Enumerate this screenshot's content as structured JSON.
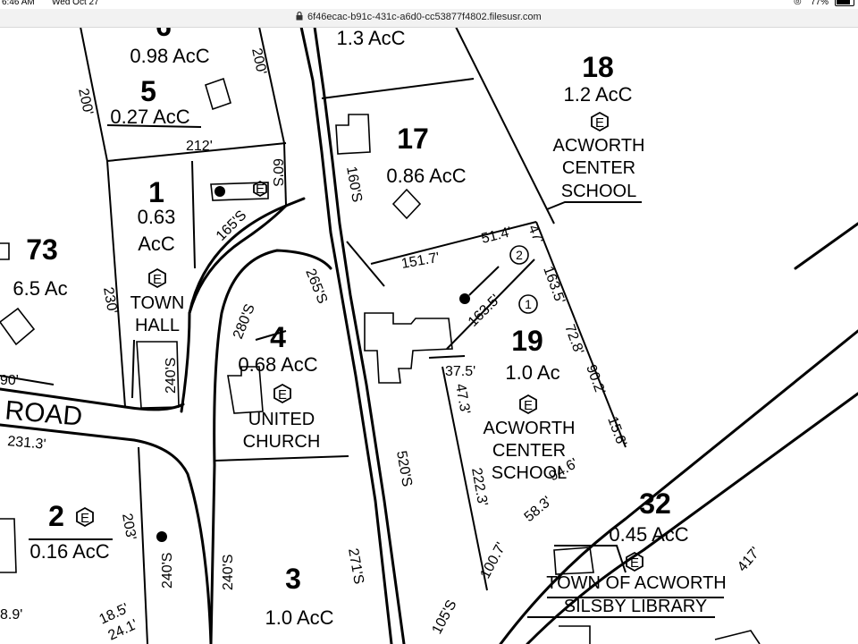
{
  "status_bar": {
    "time": "6:46 AM",
    "date": "Wed Oct 27",
    "battery": "77%"
  },
  "browser": {
    "url": "6f46ecac-b91c-431c-a6d0-cc53877f4802.filesusr.com"
  },
  "map": {
    "lots": {
      "lot_6_partial": "6",
      "lot_6_area": "0.98 AcC",
      "lot_5": "5",
      "lot_5_area": "0.27 AcC",
      "lot_1": "1",
      "lot_1_area_a": "0.63",
      "lot_1_area_b": "AcC",
      "lot_73": "73",
      "lot_73_area": "6.5 Ac",
      "lot_4": "4",
      "lot_4_area": "0.68 AcC",
      "lot_17_area_top": "1.3 AcC",
      "lot_17": "17",
      "lot_17_area": "0.86 AcC",
      "lot_18": "18",
      "lot_18_area": "1.2 AcC",
      "lot_19": "19",
      "lot_19_area": "1.0 Ac",
      "lot_2": "2",
      "lot_2_area": "0.16 AcC",
      "lot_3": "3",
      "lot_3_area": "1.0 AcC",
      "lot_32": "32",
      "lot_32_area": "0.45 AcC"
    },
    "names": {
      "town_hall_a": "TOWN",
      "town_hall_b": "HALL",
      "united_church_a": "UNITED",
      "united_church_b": "CHURCH",
      "acworth_school_top_a": "ACWORTH",
      "acworth_school_top_b": "CENTER",
      "acworth_school_top_c": "SCHOOL",
      "acworth_school_a": "ACWORTH",
      "acworth_school_b": "CENTER",
      "acworth_school_c": "SCHOOL",
      "town_of_acworth": "TOWN OF ACWORTH",
      "silsby_library": "SILSBY LIBRARY",
      "road": "ROAD"
    },
    "exempt_marker": "E",
    "circled": {
      "one": "1",
      "two": "2"
    },
    "dims": {
      "d200_left": "200'",
      "d200_right": "200'",
      "d212": "212'",
      "d60s": "60'S",
      "d165s": "165'S",
      "d230": "230'",
      "d240s_hall": "240'S",
      "d90": "90'",
      "d231": "231.3'",
      "d280s": "280'S",
      "d265s": "265'S",
      "d160s": "160'S",
      "d151": "151.7'",
      "d514": "51.4'",
      "d47": "47'",
      "d1635_a": "163.5'",
      "d1635_b": "163.5'",
      "d728": "72.8'",
      "d902": "90.2'",
      "d156": "15.6'",
      "d375": "37.5'",
      "d473": "47.3'",
      "d520s": "520'S",
      "d2223": "222.3'",
      "d946": "94.6'",
      "d583": "58.3'",
      "d1007": "100.7'",
      "d105s": "105'S",
      "d203": "203'",
      "d240s_lower": "240'S",
      "d240s_lot3": "240'S",
      "d271s": "271'S",
      "d185": "18.5'",
      "d241": "24.1'",
      "d89": "8.9'",
      "d417": "417'"
    }
  }
}
